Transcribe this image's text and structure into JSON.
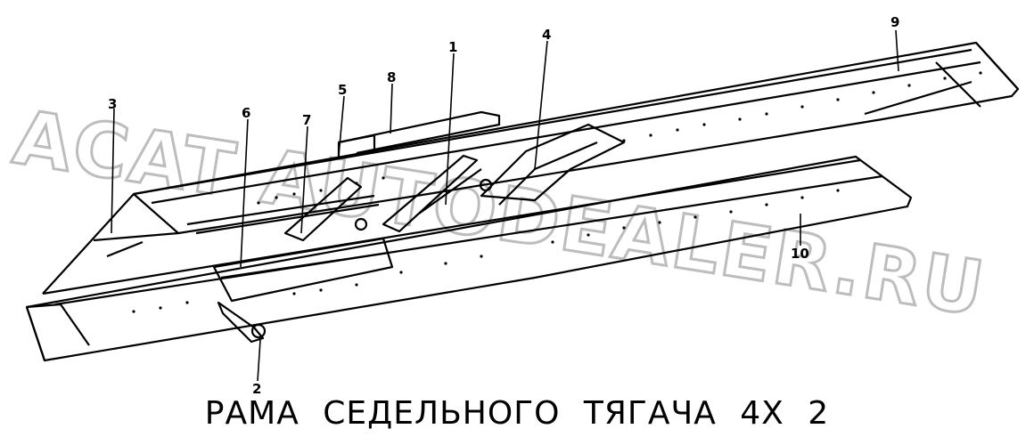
{
  "caption": "РАМА СЕДЕЛЬНОГО ТЯГАЧА 4Х 2",
  "watermark": "ACAT AUTODEALER.RU",
  "callouts": [
    {
      "text": "1"
    },
    {
      "text": "2"
    },
    {
      "text": "3"
    },
    {
      "text": "4"
    },
    {
      "text": "5"
    },
    {
      "text": "6"
    },
    {
      "text": "7"
    },
    {
      "text": "8"
    },
    {
      "text": "9"
    },
    {
      "text": "10"
    }
  ]
}
